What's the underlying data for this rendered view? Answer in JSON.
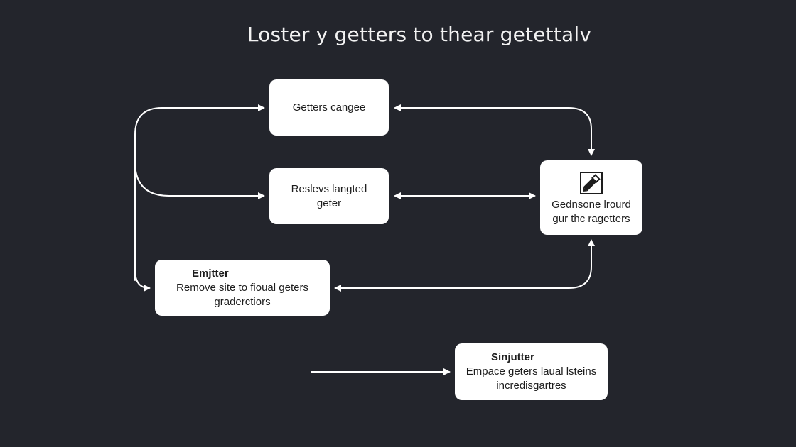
{
  "title": "Loster y getters to thear getettalv",
  "nodes": {
    "a": {
      "lines": [
        "Getters cangee"
      ]
    },
    "b": {
      "lines": [
        "Reslevs langted",
        "geter"
      ]
    },
    "c": {
      "icon": "pen-icon",
      "lines": [
        "Gednsone lrourd",
        "gur thc ragetters"
      ]
    },
    "d": {
      "heading": "Emjtter",
      "lines": [
        "Remove site to fioual geters",
        "graderctiors"
      ]
    },
    "e": {
      "heading": "Sinjutter",
      "lines": [
        "Empace geters laual lsteins",
        "incredisgartres"
      ]
    }
  },
  "colors": {
    "background": "#23252c",
    "node_fill": "#ffffff",
    "edge": "#ffffff",
    "text_dark": "#1d1d1d",
    "title": "#f2f2f2"
  }
}
